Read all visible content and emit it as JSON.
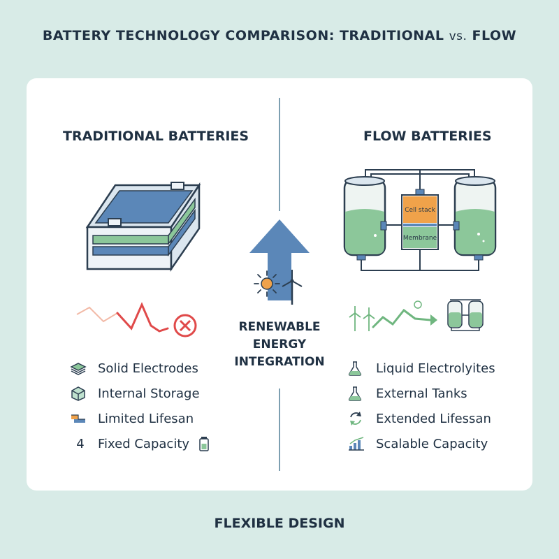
{
  "title": {
    "main": "BATTERY TECHNOLOGY COMPARISON: TRADITIONAL ",
    "vs": "vs.",
    "end": " FLOW"
  },
  "left": {
    "heading": "TRADITIONAL BATTERIES",
    "features": [
      {
        "icon": "layers-icon",
        "label": "Solid Electrodes"
      },
      {
        "icon": "box-icon",
        "label": "Internal Storage"
      },
      {
        "icon": "declining-steps-icon",
        "label": "Limited Lifesan"
      },
      {
        "icon": "number-four-icon",
        "icon_text": "4",
        "label": "Fixed Capacity"
      }
    ]
  },
  "right": {
    "heading": "FLOW BATTERIES",
    "diagram_labels": {
      "cell": "Cell stack",
      "membrane": "Membrane"
    },
    "features": [
      {
        "icon": "flask-icon",
        "label": "Liquid Electrolyites"
      },
      {
        "icon": "flask-icon",
        "label": "External Tanks"
      },
      {
        "icon": "refresh-icon",
        "label": "Extended Lifessan"
      },
      {
        "icon": "bar-chart-icon",
        "label": "Scalable Capacity"
      }
    ]
  },
  "center": {
    "lines": [
      "RENEWABLE",
      "ENERGY",
      "INTEGRATION"
    ]
  },
  "footer": "FLEXIBLE DESIGN",
  "colors": {
    "background": "#d8ebe7",
    "navy": "#1f3042",
    "blue": "#5b87b8",
    "green": "#8cc79a",
    "orange": "#f0a24a",
    "red": "#e04a4a"
  }
}
